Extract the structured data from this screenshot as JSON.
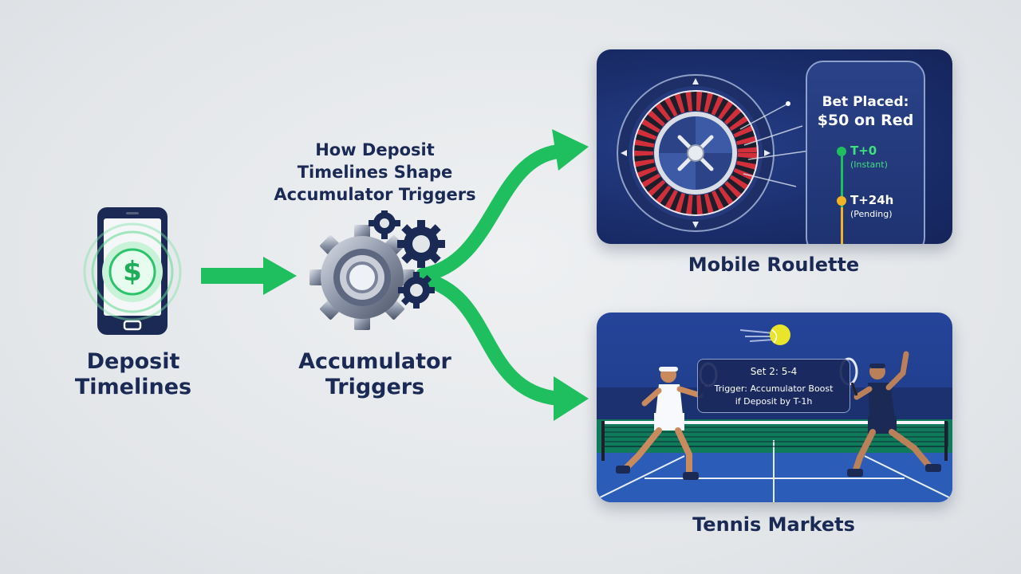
{
  "title": "How Deposit Timelines Shape Accumulator Triggers",
  "title_lines": [
    "How Deposit",
    "Timelines Shape",
    "Accumulator Triggers"
  ],
  "deposit": {
    "label_line1": "Deposit",
    "label_line2": "Timelines",
    "symbol": "$"
  },
  "accumulator": {
    "label_line1": "Accumulator",
    "label_line2": "Triggers"
  },
  "roulette": {
    "caption": "Mobile Roulette",
    "bet_line1": "Bet Placed:",
    "bet_line2": "$50 on Red",
    "timeline": [
      {
        "label": "T+0",
        "sub": "(Instant)"
      },
      {
        "label": "T+24h",
        "sub": "(Pending)"
      }
    ]
  },
  "tennis": {
    "caption": "Tennis Markets",
    "score": "Set 2: 5-4",
    "trigger_line1": "Trigger: Accumulator Boost",
    "trigger_line2": "if Deposit by T-1h"
  },
  "colors": {
    "navy": "#1b2a55",
    "green": "#1fbf5f",
    "card_bg": "#1a2d6b",
    "amber": "#f0b323"
  }
}
